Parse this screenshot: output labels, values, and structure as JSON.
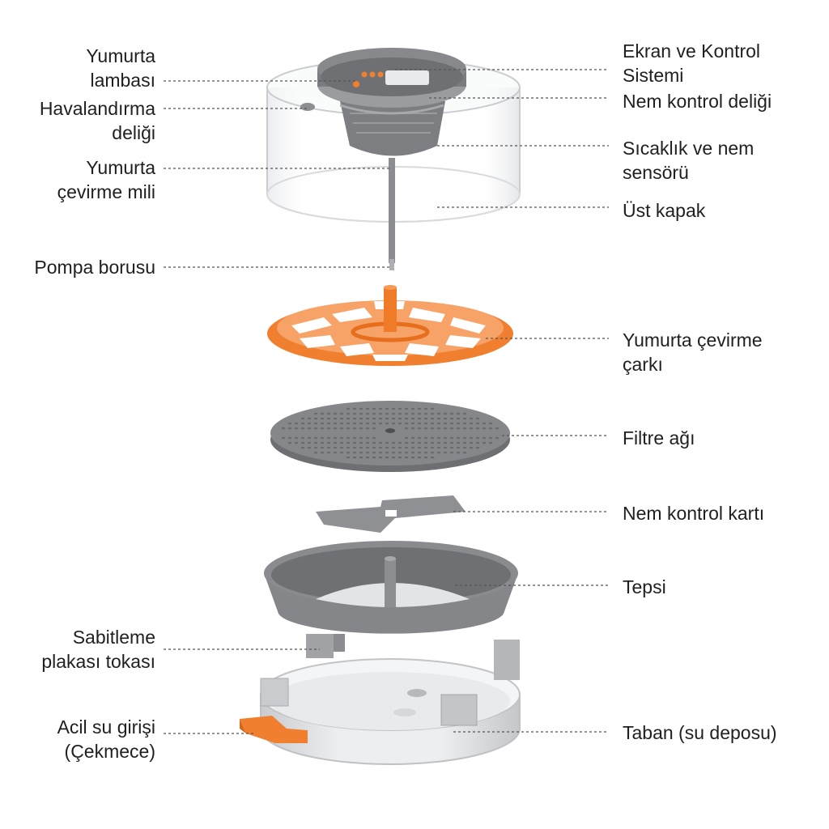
{
  "colors": {
    "accent": "#f07f2f",
    "gray": "#86878a",
    "dark_gray": "#6d6e71",
    "light_gray": "#b9bbbe",
    "leader": "#555555"
  },
  "labels": {
    "egg_lamp": "Yumurta\nlambası",
    "vent_hole": "Havalandırma\ndeliği",
    "turning_shaft": "Yumurta\nçevirme mili",
    "pump_tube": "Pompa borusu",
    "fixing_clip": "Sabitleme\nplakası tokası",
    "emergency_water": "Acil su girişi\n(Çekmece)",
    "display_control": "Ekran ve Kontrol\nSistemi",
    "humidity_hole": "Nem kontrol deliği",
    "temp_humidity_sensor": "Sıcaklık ve nem\nsensörü",
    "top_cover": "Üst kapak",
    "egg_turning_wheel": "Yumurta çevirme\nçarkı",
    "filter_mesh": "Filtre ağı",
    "humidity_card": "Nem kontrol kartı",
    "tray": "Tepsi",
    "base": "Taban (su deposu)"
  }
}
